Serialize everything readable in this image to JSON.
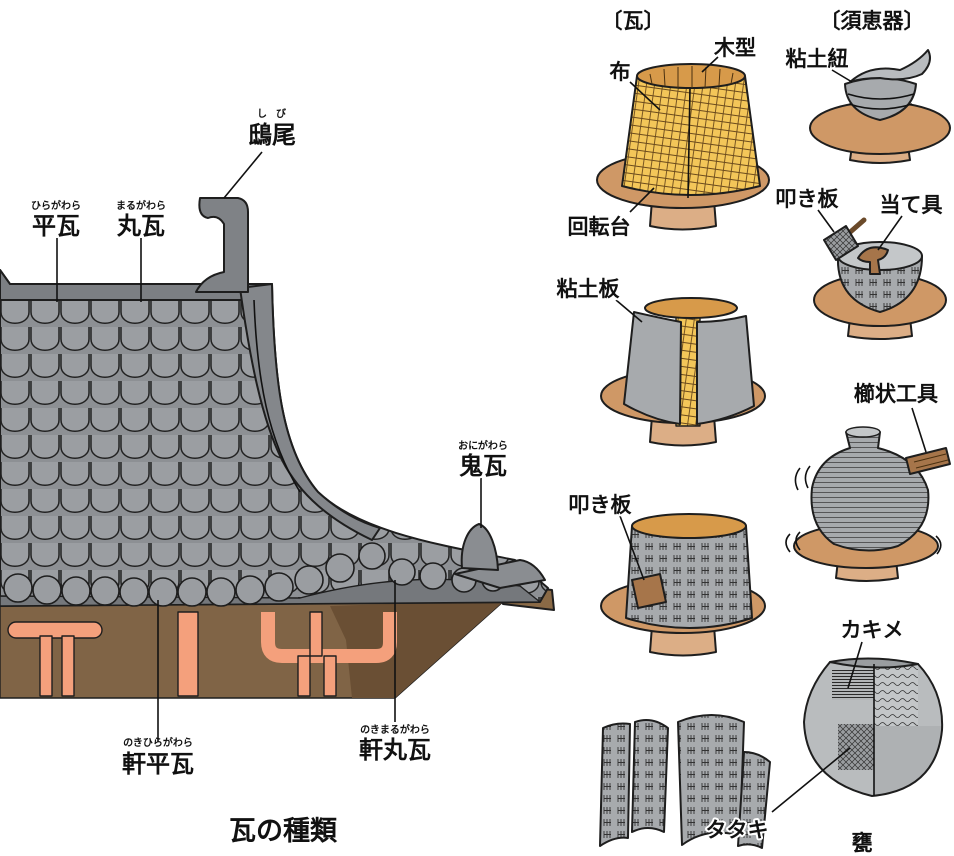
{
  "roof": {
    "shibi": {
      "label": "鴟尾",
      "ruby": "しび"
    },
    "hiragawara": {
      "label": "平瓦",
      "ruby": "ひらがわら"
    },
    "marugawara": {
      "label": "丸瓦",
      "ruby": "まるがわら"
    },
    "onigawara": {
      "label": "鬼瓦",
      "ruby": "おにがわら"
    },
    "noki_hiragawara": {
      "label": "軒平瓦",
      "ruby": "のきひらがわら"
    },
    "noki_marugawara": {
      "label": "軒丸瓦",
      "ruby": "のきまるがわら"
    },
    "caption": "瓦の種類"
  },
  "kawara_process": {
    "heading": "〔瓦〕",
    "wooden_mold": "木型",
    "cloth": "布",
    "turntable": "回転台",
    "clay_slab": "粘土板",
    "paddle": "叩き板"
  },
  "sueki_process": {
    "heading": "〔須恵器〕",
    "clay_coil": "粘土紐",
    "paddle": "叩き板",
    "anvil": "当て具",
    "comb_tool": "櫛状工具",
    "kakime": "カキメ",
    "tataki": "タタキ",
    "jar": "甕"
  },
  "colors": {
    "tile_gray": "#8d9094",
    "tile_face": "#9b9ea2",
    "wall_brown": "#806446",
    "wall_shadow": "#6a4f34",
    "bracket_salmon": "#f4a07c",
    "turntable_brown": "#cf9866",
    "pedestal_tan": "#dcae86",
    "mold_yellow": "#f3c659",
    "mold_rim": "#d79a4a",
    "clay_gray": "#a7aaad",
    "tool_brown": "#a6754a"
  }
}
